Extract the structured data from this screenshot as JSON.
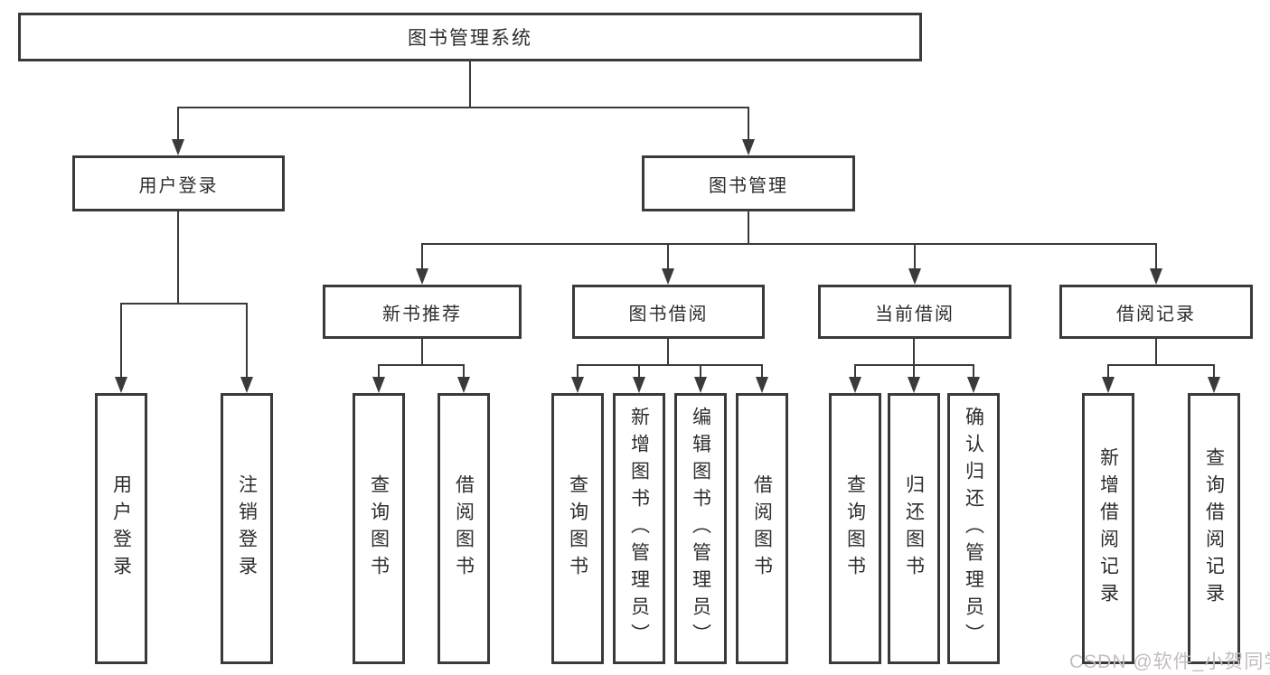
{
  "diagram": {
    "title": "图书管理系统",
    "root": {
      "label": "图书管理系统"
    },
    "level1": [
      {
        "label": "用户登录"
      },
      {
        "label": "图书管理"
      }
    ],
    "level2": [
      {
        "label": "新书推荐"
      },
      {
        "label": "图书借阅"
      },
      {
        "label": "当前借阅"
      },
      {
        "label": "借阅记录"
      }
    ],
    "leaves": {
      "user_login": [
        {
          "label": "用户登录"
        },
        {
          "label": "注销登录"
        }
      ],
      "new_books": [
        {
          "label": "查询图书"
        },
        {
          "label": "借阅图书"
        }
      ],
      "book_borrow": [
        {
          "label": "查询图书"
        },
        {
          "label": "新增图书（管理员）"
        },
        {
          "label": "编辑图书（管理员）"
        },
        {
          "label": "借阅图书"
        }
      ],
      "current_borrow": [
        {
          "label": "查询图书"
        },
        {
          "label": "归还图书"
        },
        {
          "label": "确认归还（管理员）"
        }
      ],
      "borrow_records": [
        {
          "label": "新增借阅记录"
        },
        {
          "label": "查询借阅记录"
        }
      ]
    },
    "colors": {
      "line": "#3a3a3a",
      "box_border": "#3a3a3a",
      "text": "#2d2d2d",
      "background": "#ffffff"
    }
  },
  "watermark": {
    "text": "CSDN @软件_小贺同学",
    "color": "#c5bdbe"
  }
}
